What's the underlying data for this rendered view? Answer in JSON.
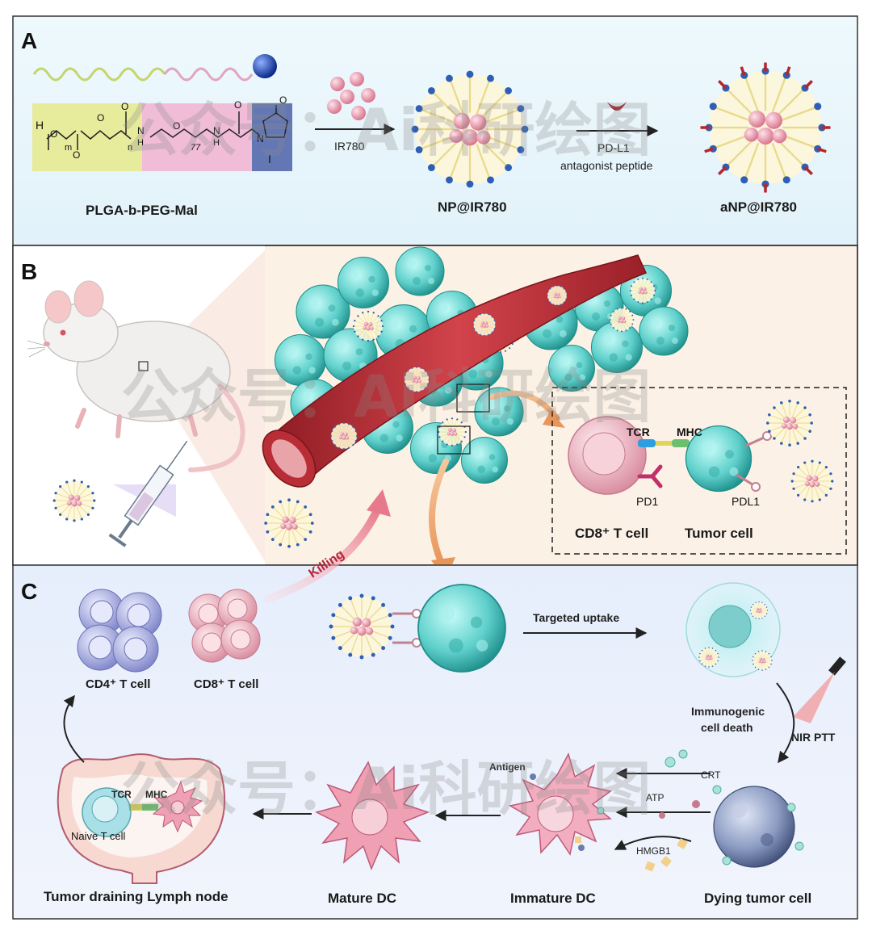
{
  "panels": {
    "a": {
      "letter": "A",
      "polymer_label": "PLGA-b-PEG-Mal",
      "chem_h": "H",
      "chem_o1": "O",
      "chem_m": "m",
      "chem_o2": "O",
      "chem_o3": "O",
      "chem_n": "n",
      "chem_nh1": "N",
      "chem_h1": "H",
      "chem_o4": "O",
      "chem_77": "77",
      "chem_nh2": "N",
      "chem_h2": "H",
      "chem_o5": "O",
      "chem_o6": "O",
      "chem_o7": "O",
      "chem_n_mal": "N",
      "step1_label": "IR780",
      "np_label": "NP@IR780",
      "step2_label_1": "PD-L1",
      "step2_label_2": "antagonist peptide",
      "anp_label": "aNP@IR780"
    },
    "b": {
      "letter": "B",
      "tcr": "TCR",
      "mhc": "MHC",
      "pd1": "PD1",
      "pdl1": "PDL1",
      "cd8_cell": "CD8⁺ T cell",
      "tumor_cell": "Tumor cell"
    },
    "c": {
      "letter": "C",
      "cd4": "CD4⁺ T cell",
      "cd8": "CD8⁺ T cell",
      "killing": "Killing",
      "targeted_uptake": "Targeted uptake",
      "icd_1": "Immunogenic",
      "icd_2": "cell death",
      "nir": "NIR PTT",
      "antigen": "Antigen",
      "crt": "CRT",
      "atp": "ATP",
      "hmgb1": "HMGB1",
      "tcr": "TCR",
      "mhc": "MHC",
      "naive": "Naive  T cell",
      "lymph": "Tumor draining Lymph node",
      "mature_dc": "Mature DC",
      "immature_dc": "Immature DC",
      "dying": "Dying tumor cell"
    }
  },
  "watermark": "公众号：Ai科研绘图"
}
